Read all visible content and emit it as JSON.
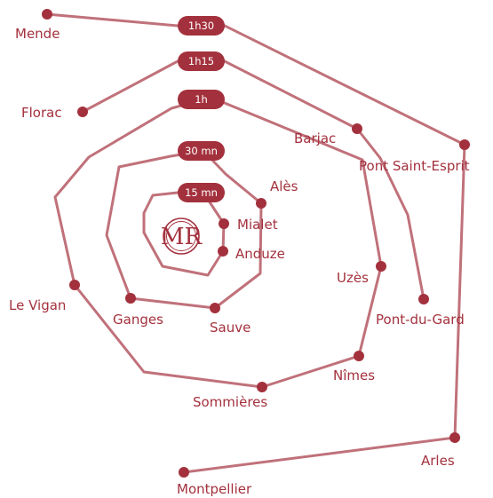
{
  "colors": {
    "line": "#c0717a",
    "dot": "#a3313d",
    "pill": "#a3313d",
    "text": "#a3313d",
    "pill_text": "#ffffff"
  },
  "logo": {
    "text": "MR",
    "icon": "mr-monogram-logo"
  },
  "isochrones": [
    {
      "label": "15 mn",
      "cities": [
        "Mialet",
        "Anduze"
      ]
    },
    {
      "label": "30 mn",
      "cities": [
        "Alès",
        "Ganges",
        "Sauve"
      ]
    },
    {
      "label": "1h",
      "cities": [
        "Uzès",
        "Nîmes",
        "Sommières",
        "Le Vigan"
      ]
    },
    {
      "label": "1h15",
      "cities": [
        "Florac",
        "Barjac",
        "Pont-du-Gard"
      ]
    },
    {
      "label": "1h30",
      "cities": [
        "Mende",
        "Pont Saint-Esprit",
        "Arles",
        "Montpellier"
      ]
    }
  ],
  "cities": {
    "mialet": "Mialet",
    "anduze": "Anduze",
    "ales": "Alès",
    "ganges": "Ganges",
    "sauve": "Sauve",
    "uzes": "Uzès",
    "nimes": "Nîmes",
    "sommieres": "Sommières",
    "le_vigan": "Le Vigan",
    "florac": "Florac",
    "barjac": "Barjac",
    "pont_du_gard": "Pont-du-Gard",
    "mende": "Mende",
    "pont_saint_esprit": "Pont Saint-Esprit",
    "arles": "Arles",
    "montpellier": "Montpellier"
  }
}
